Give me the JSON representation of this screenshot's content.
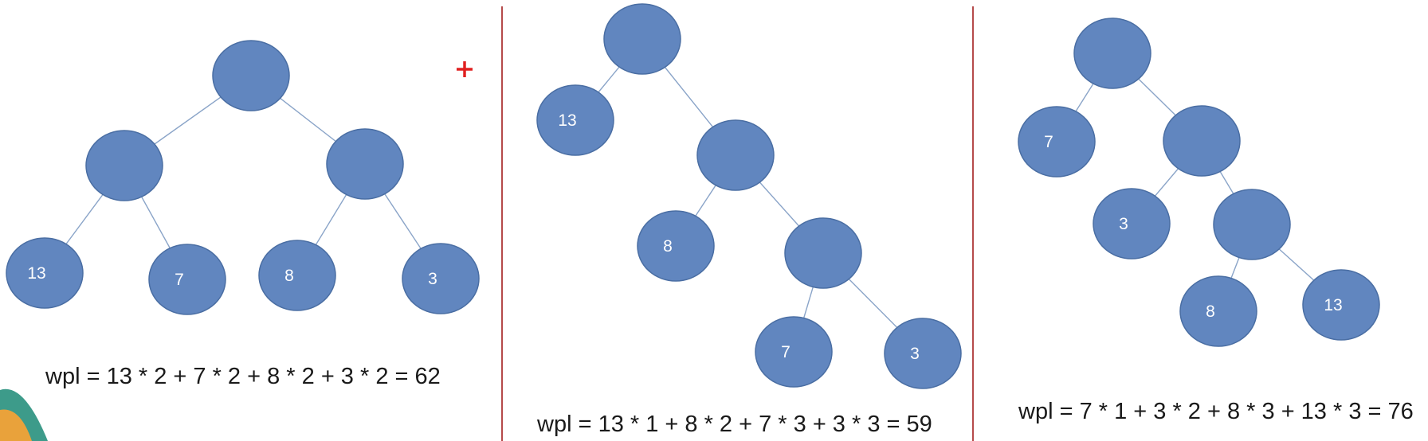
{
  "trees": [
    {
      "id": "balanced",
      "nodes": [
        {
          "id": "r",
          "label": ""
        },
        {
          "id": "a",
          "label": ""
        },
        {
          "id": "b",
          "label": ""
        },
        {
          "id": "l13",
          "label": "13"
        },
        {
          "id": "l7",
          "label": "7"
        },
        {
          "id": "l8",
          "label": "8"
        },
        {
          "id": "l3",
          "label": "3"
        }
      ],
      "edges": [
        [
          "r",
          "a"
        ],
        [
          "r",
          "b"
        ],
        [
          "a",
          "l13"
        ],
        [
          "a",
          "l7"
        ],
        [
          "b",
          "l8"
        ],
        [
          "b",
          "l3"
        ]
      ],
      "formula": "wpl = 13 * 2 + 7 * 2 + 8 * 2 + 3 * 2 = 62"
    },
    {
      "id": "left-chain",
      "nodes": [
        {
          "id": "r",
          "label": ""
        },
        {
          "id": "l13",
          "label": "13"
        },
        {
          "id": "a",
          "label": ""
        },
        {
          "id": "l8",
          "label": "8"
        },
        {
          "id": "b",
          "label": ""
        },
        {
          "id": "l7",
          "label": "7"
        },
        {
          "id": "l3",
          "label": "3"
        }
      ],
      "edges": [
        [
          "r",
          "l13"
        ],
        [
          "r",
          "a"
        ],
        [
          "a",
          "l8"
        ],
        [
          "a",
          "b"
        ],
        [
          "b",
          "l7"
        ],
        [
          "b",
          "l3"
        ]
      ],
      "formula": "wpl = 13 * 1 + 8 * 2 + 7 * 3 + 3 * 3 = 59"
    },
    {
      "id": "huffman",
      "nodes": [
        {
          "id": "r",
          "label": ""
        },
        {
          "id": "l7",
          "label": "7"
        },
        {
          "id": "a",
          "label": ""
        },
        {
          "id": "l3",
          "label": "3"
        },
        {
          "id": "b",
          "label": ""
        },
        {
          "id": "l8",
          "label": "8"
        },
        {
          "id": "l13",
          "label": "13"
        }
      ],
      "edges": [
        [
          "r",
          "l7"
        ],
        [
          "r",
          "a"
        ],
        [
          "a",
          "l3"
        ],
        [
          "a",
          "b"
        ],
        [
          "b",
          "l8"
        ],
        [
          "b",
          "l13"
        ]
      ],
      "formula": "wpl = 7 * 1 + 3 * 2 + 8 * 3 + 13 * 3 = 76"
    }
  ]
}
